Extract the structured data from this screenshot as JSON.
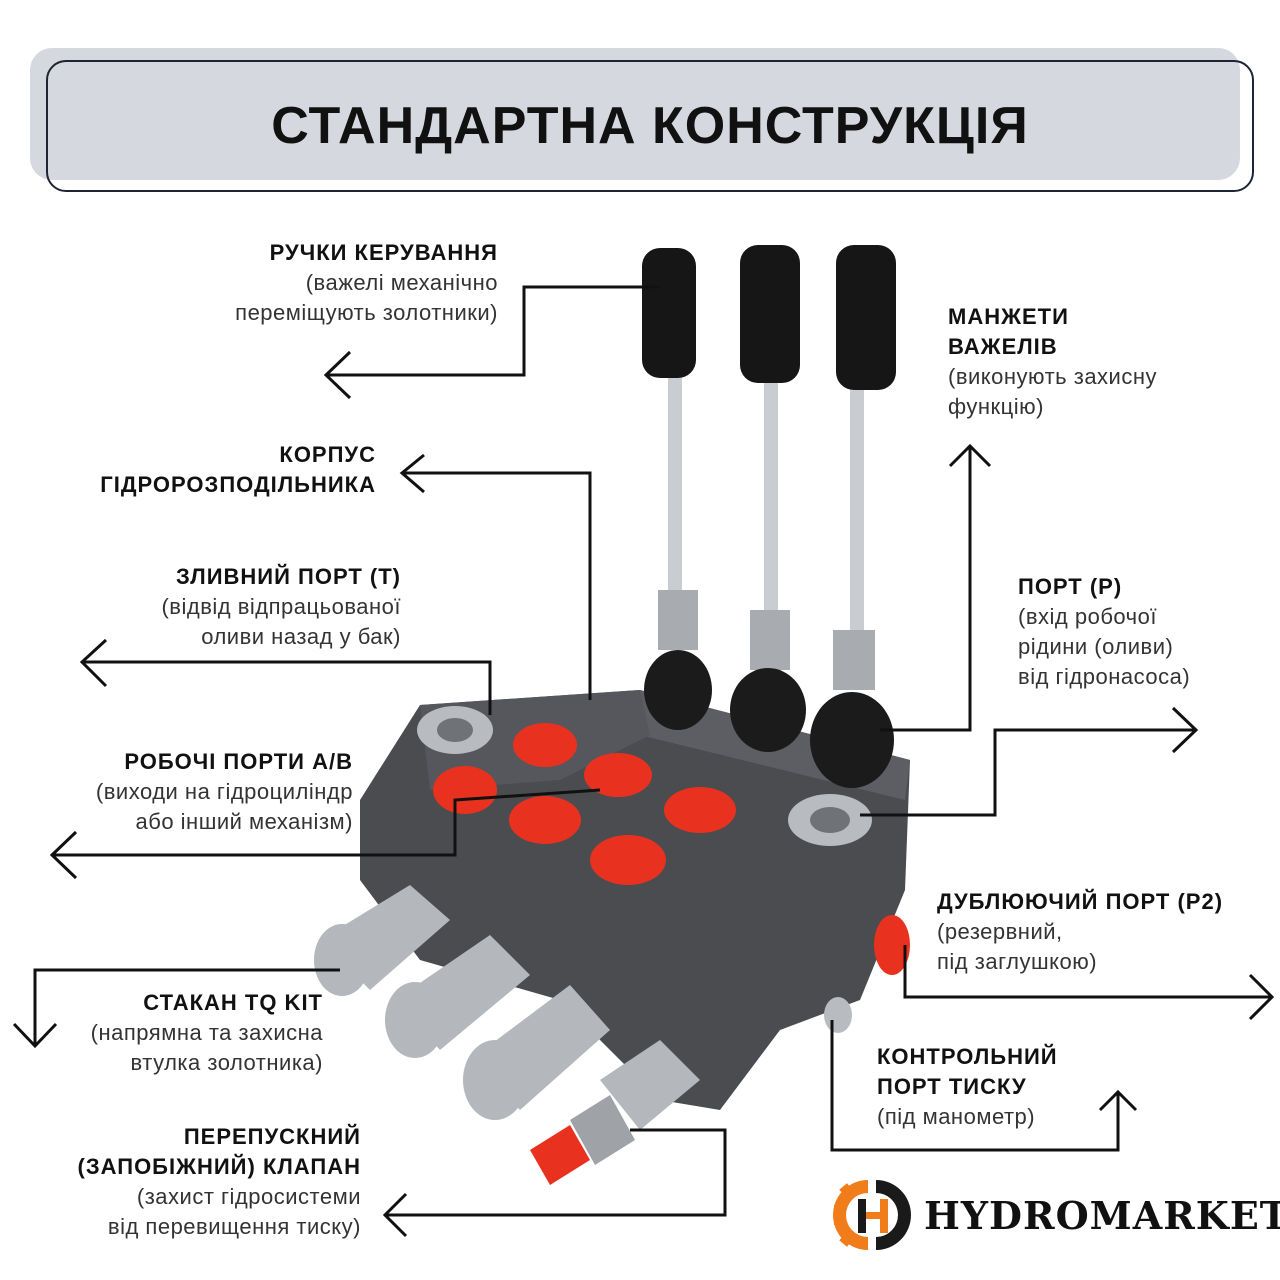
{
  "title": "СТАНДАРТНА КОНСТРУКЦІЯ",
  "labels": {
    "handles": {
      "title": "РУЧКИ КЕРУВАННЯ",
      "sub1": "(важелі механічно",
      "sub2": "переміщують золотники)"
    },
    "body": {
      "title1": "КОРПУС",
      "title2": "ГІДРОРОЗПОДІЛЬНИКА"
    },
    "drain_port": {
      "title": "ЗЛИВНИЙ ПОРТ (Т)",
      "sub1": "(відвід відпрацьованої",
      "sub2": "оливи назад у бак)"
    },
    "work_ports": {
      "title": "РОБОЧІ ПОРТИ А/В",
      "sub1": "(виходи на гідроциліндр",
      "sub2": "або інший механізм)"
    },
    "tq_kit": {
      "title": "СТАКАН TQ KIT",
      "sub1": "(напрямна та захисна",
      "sub2": "втулка золотника)"
    },
    "relief_valve": {
      "title1": "ПЕРЕПУСКНИЙ",
      "title2": "(ЗАПОБІЖНИЙ) КЛАПАН",
      "sub1": "(захист гідросистеми",
      "sub2": "від перевищення тиску)"
    },
    "lever_boots": {
      "title1": "МАНЖЕТИ",
      "title2": "ВАЖЕЛІВ",
      "sub1": "(виконують захисну",
      "sub2": "функцію)"
    },
    "port_p": {
      "title": "ПОРТ (Р)",
      "sub1": "(вхід робочої",
      "sub2": "рідини (оливи)",
      "sub3": "від гідронасоса)"
    },
    "port_p2": {
      "title": "ДУБЛЮЮЧИЙ ПОРТ (Р2)",
      "sub1": "(резервний,",
      "sub2": "під заглушкою)"
    },
    "pressure_port": {
      "title1": "КОНТРОЛЬНИЙ",
      "title2": "ПОРТ ТИСКУ",
      "sub1": "(під манометр)"
    }
  },
  "logo": {
    "text": "HYDROMARKET",
    "colors": {
      "orange": "#f07d1a",
      "dark": "#1a1a1a"
    }
  },
  "colors": {
    "banner_bg": "#d6d8df",
    "banner_border": "#1d2433",
    "port_cap": "#e8321f",
    "body_metal": "#4a4c50"
  }
}
